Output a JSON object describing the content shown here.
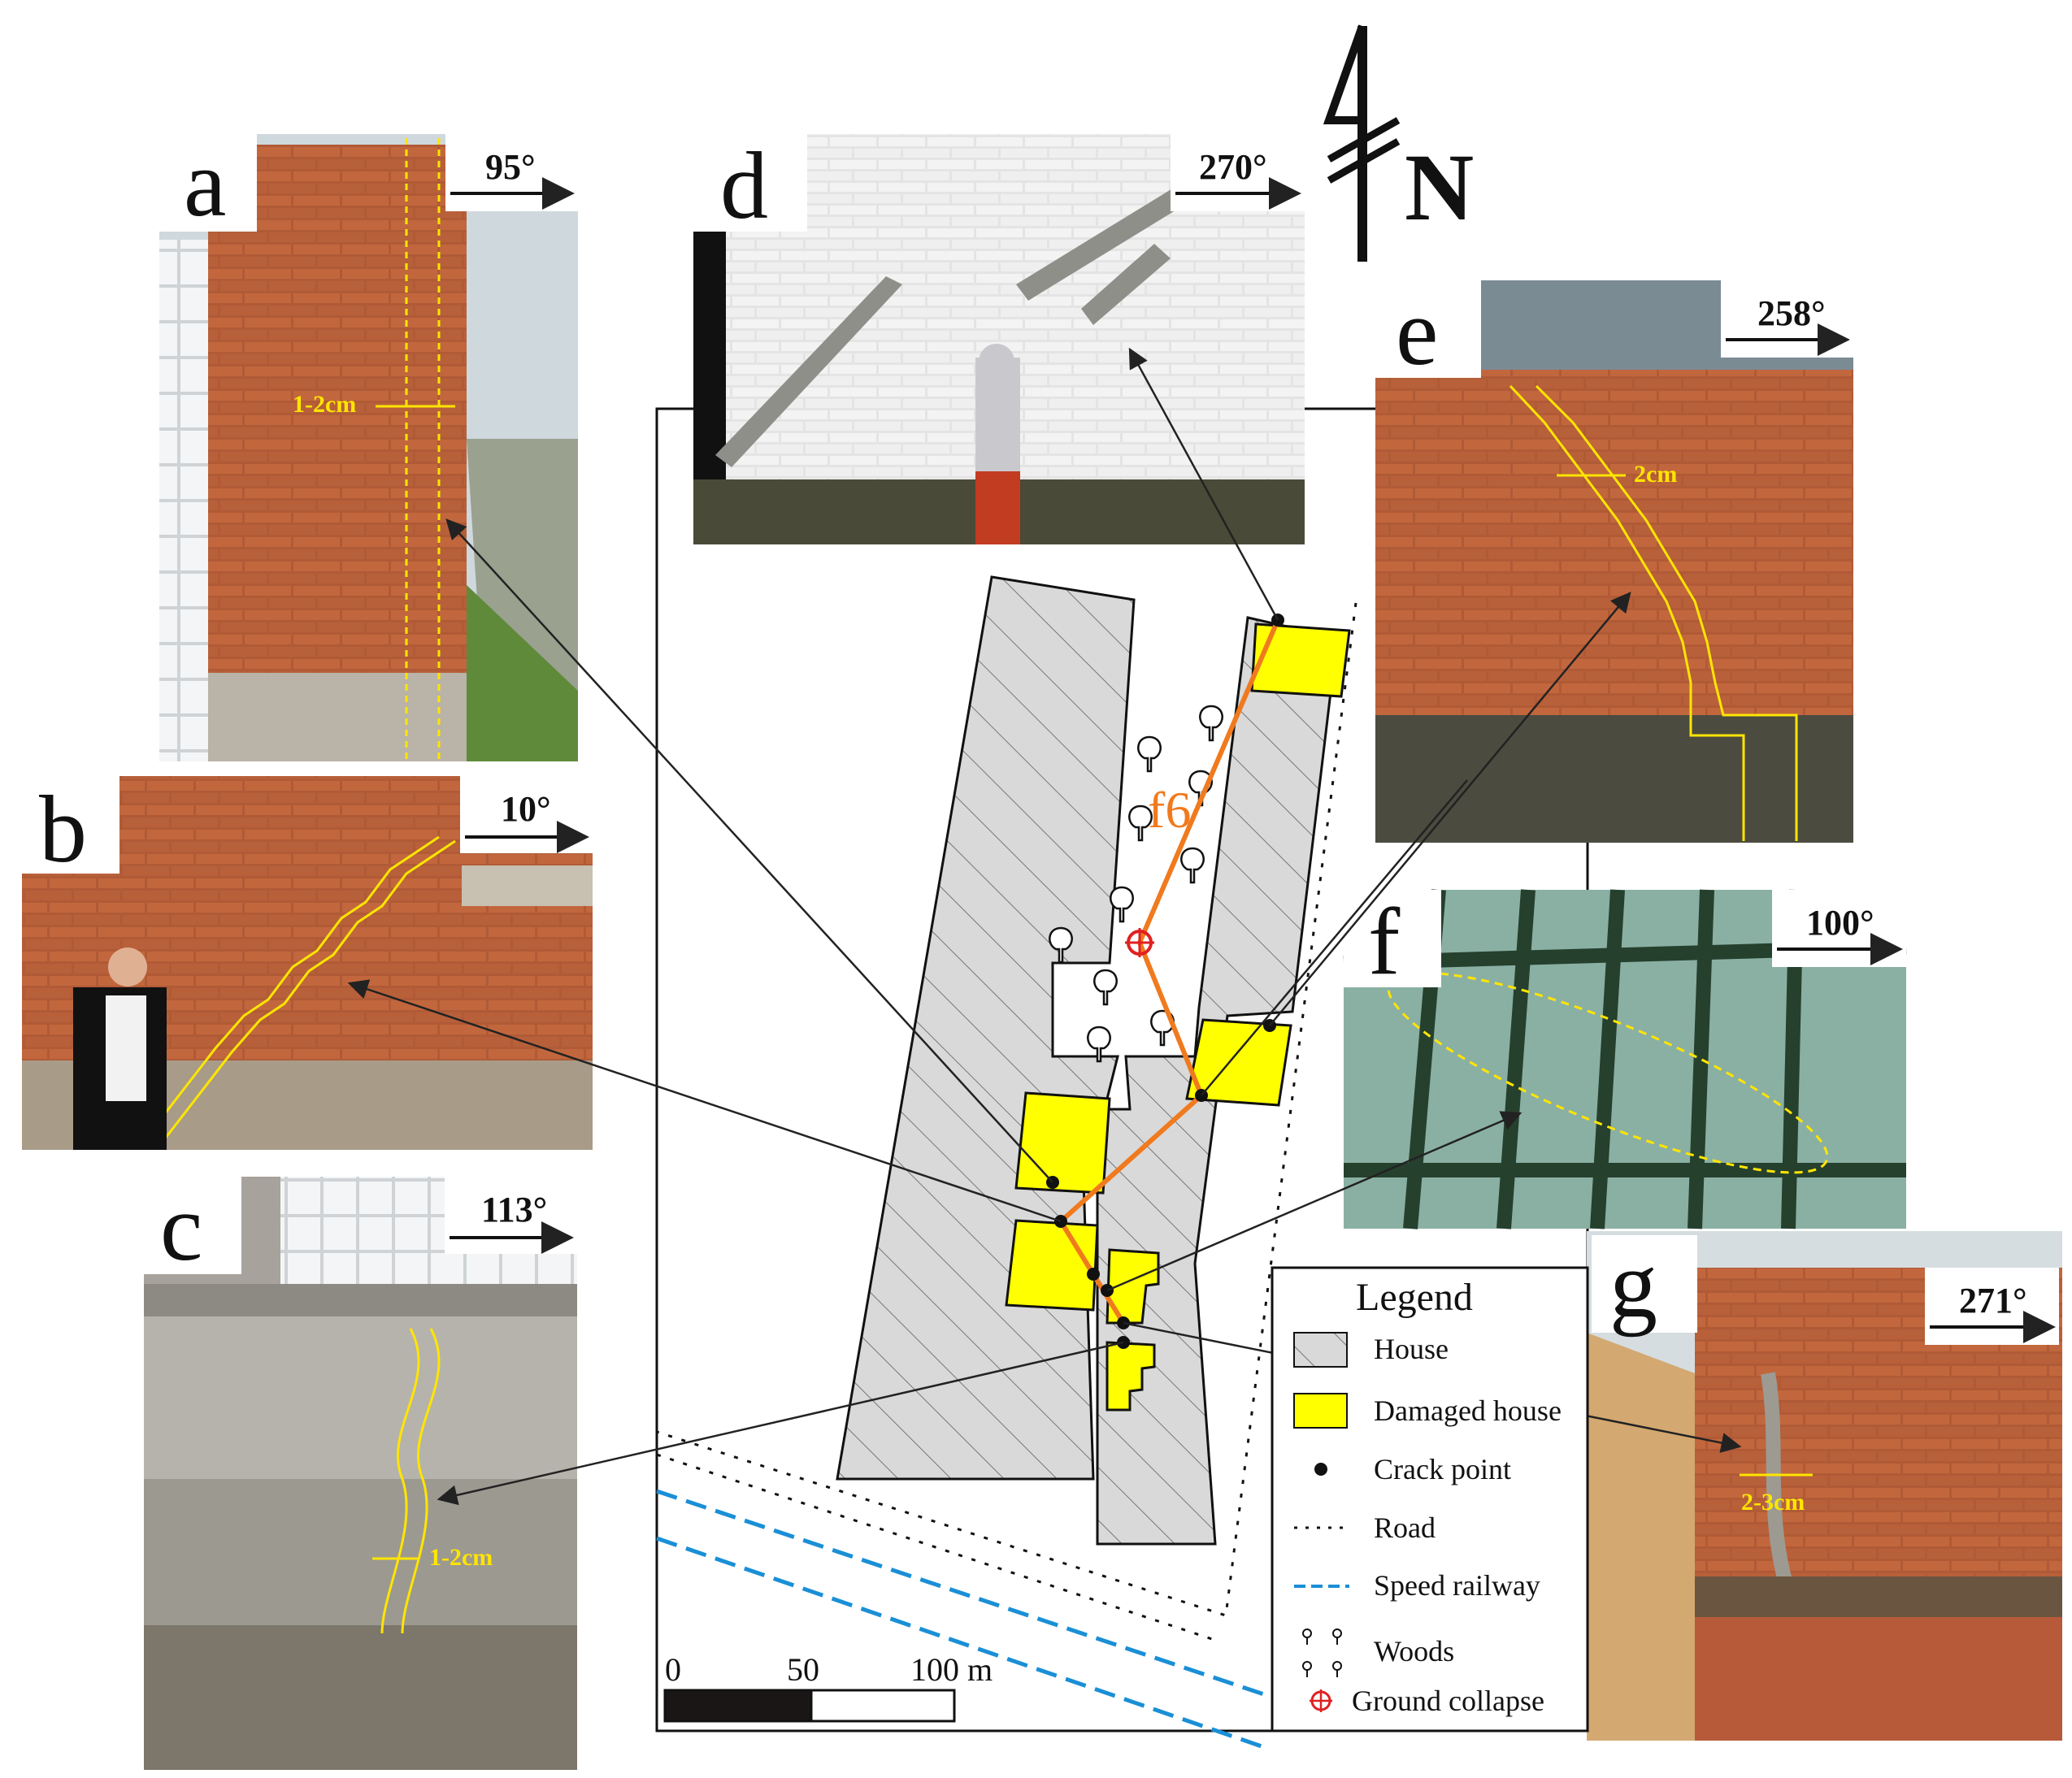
{
  "panels": [
    {
      "letter": "a",
      "bearing": "95°",
      "measure": "1-2cm"
    },
    {
      "letter": "b",
      "bearing": "10°",
      "measure": ""
    },
    {
      "letter": "c",
      "bearing": "113°",
      "measure": "1-2cm"
    },
    {
      "letter": "d",
      "bearing": "270°",
      "measure": ""
    },
    {
      "letter": "e",
      "bearing": "258°",
      "measure": "2cm"
    },
    {
      "letter": "f",
      "bearing": "100°",
      "measure": ""
    },
    {
      "letter": "g",
      "bearing": "271°",
      "measure": "2-3cm"
    }
  ],
  "map": {
    "fault_label": "f6",
    "north_label": "N",
    "scale": {
      "ticks": [
        "0",
        "50",
        "100 m"
      ]
    }
  },
  "legend": {
    "title": "Legend",
    "items": [
      {
        "key": "house",
        "label": "House"
      },
      {
        "key": "damaged",
        "label": "Damaged house"
      },
      {
        "key": "crack",
        "label": "Crack point"
      },
      {
        "key": "road",
        "label": "Road"
      },
      {
        "key": "railway",
        "label": "Speed railway"
      },
      {
        "key": "woods",
        "label": "Woods"
      },
      {
        "key": "collapse",
        "label": "Ground collapse"
      }
    ]
  },
  "colors": {
    "house_fill": "#d9d9d9",
    "damaged_fill": "#ffff00",
    "fault": "#f07a1e",
    "railway": "#1a8fd6",
    "collapse": "#e02020",
    "annotation": "#ffe500"
  }
}
